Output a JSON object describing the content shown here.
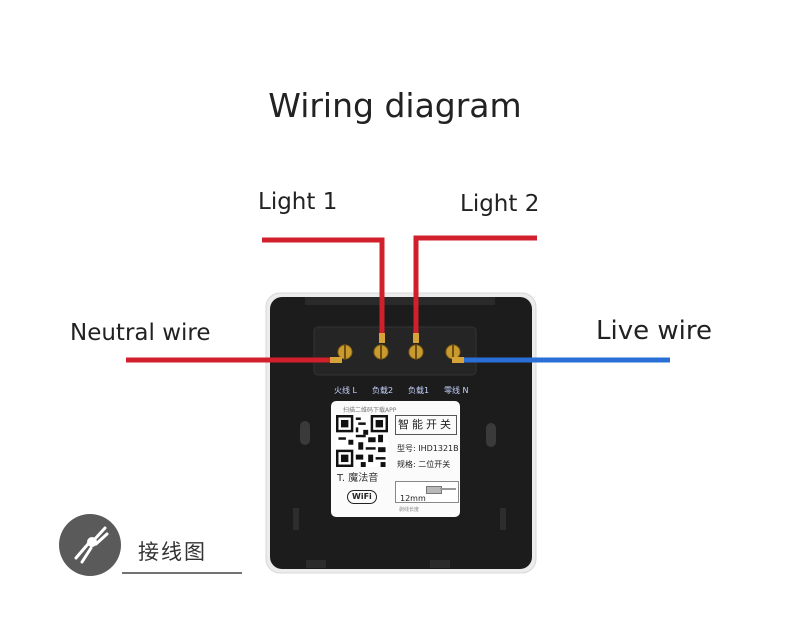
{
  "diagram": {
    "title": "Wiring diagram",
    "wires": {
      "light1": "Light 1",
      "light2": "Light 2",
      "neutral": "Neutral wire",
      "live": "Live wire"
    },
    "terminals": [
      "火线 L",
      "负载2",
      "负载1",
      "零线 N"
    ],
    "sticker": {
      "scan_text": "扫描二维码下载APP",
      "product_name": "智能开关",
      "model": "型号: IHD1321B",
      "spec": "规格: 二位开关",
      "brand": "T. 魔法音",
      "wifi": "WiFi",
      "strip_length": "12mm",
      "strip_note": "剥线长度"
    },
    "logo_label": "接线图",
    "colors": {
      "red_wire": "#d11f2c",
      "blue_wire": "#2a6fd6",
      "panel": "#1c1c1c",
      "frame": "#e9e9e9",
      "terminal": "#c99a2e"
    },
    "icons": [
      "pliers-icon"
    ]
  }
}
